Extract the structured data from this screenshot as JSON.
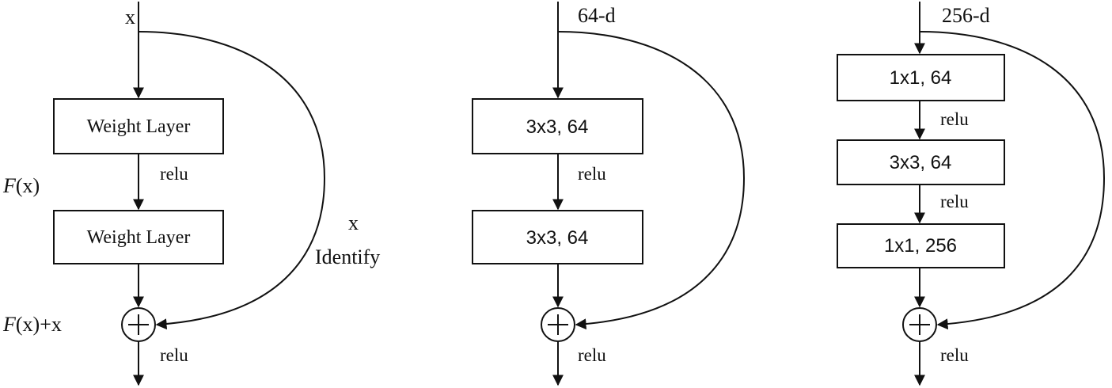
{
  "colors": {
    "stroke": "#111111",
    "background": "#ffffff"
  },
  "block1": {
    "input_label": "x",
    "layer1_label": "Weight Layer",
    "relu_mid": "relu",
    "layer2_label": "Weight Layer",
    "fx_label": "F(x)",
    "fx_italic": "F",
    "fx_rest": "(x)",
    "sum_label_italic": "F",
    "sum_label_rest": "(x)+x",
    "shortcut_label_top": "x",
    "shortcut_label_bottom": "Identify",
    "relu_out": "relu",
    "sum_symbol": "+"
  },
  "block2": {
    "input_label": "64-d",
    "layer1_label": "3x3, 64",
    "relu_mid": "relu",
    "layer2_label": "3x3, 64",
    "relu_out": "relu",
    "sum_symbol": "+"
  },
  "block3": {
    "input_label": "256-d",
    "layer1_label": "1x1, 64",
    "relu_1": "relu",
    "layer2_label": "3x3, 64",
    "relu_2": "relu",
    "layer3_label": "1x1, 256",
    "relu_out": "relu",
    "sum_symbol": "+"
  }
}
